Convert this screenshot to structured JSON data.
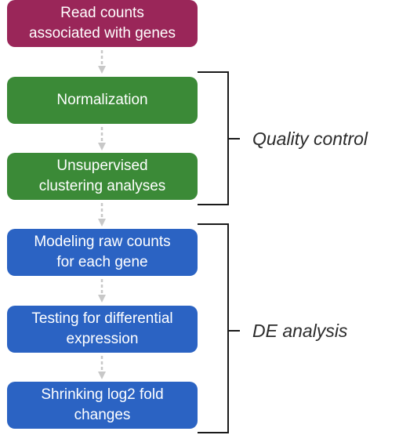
{
  "steps": [
    {
      "line1": "Read counts",
      "line2": "associated with genes"
    },
    {
      "line1": "Normalization",
      "line2": ""
    },
    {
      "line1": "Unsupervised",
      "line2": "clustering analyses"
    },
    {
      "line1": "Modeling raw counts",
      "line2": "for each gene"
    },
    {
      "line1": "Testing for differential",
      "line2": "expression"
    },
    {
      "line1": "Shrinking log2 fold",
      "line2": "changes"
    }
  ],
  "groups": {
    "quality_control": "Quality control",
    "de_analysis": "DE analysis"
  },
  "colors": {
    "input_step": "#9a2659",
    "qc_step": "#3b8a37",
    "de_step": "#2b63c3",
    "arrow": "#c8c8c8",
    "bracket": "#1a1a1a"
  }
}
